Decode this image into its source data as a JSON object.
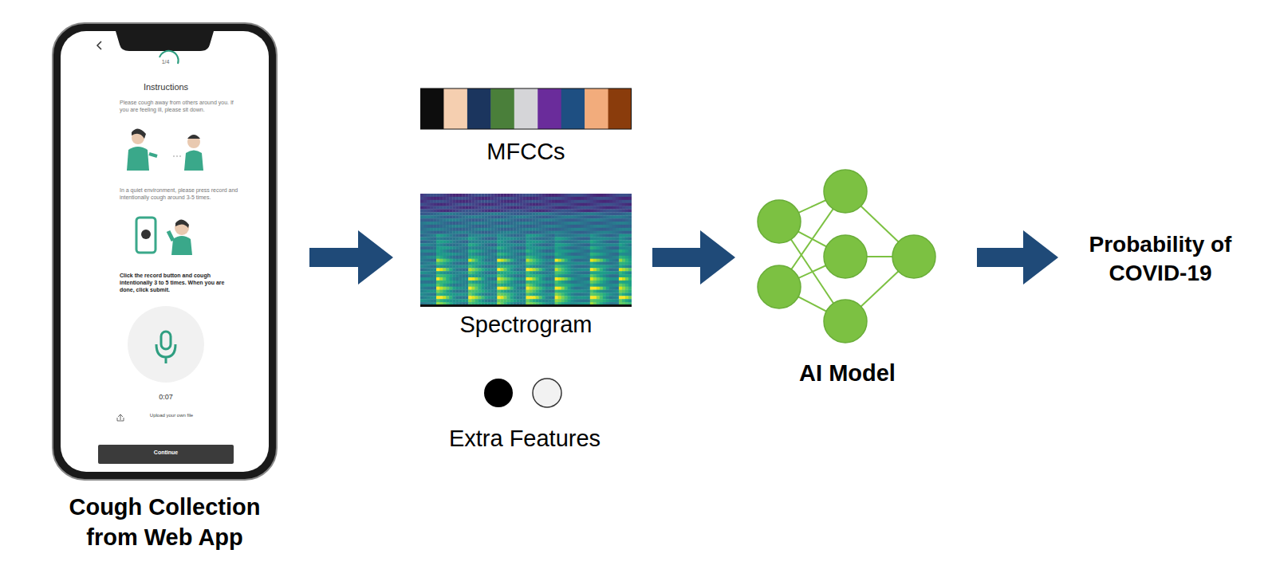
{
  "diagram": {
    "nodes": [
      {
        "text": [
          "Cough Collection from Web App"
        ]
      },
      {
        "text": [
          "MFCCs"
        ]
      },
      {
        "text": [
          "Spectrogram"
        ]
      },
      {
        "text": [
          "Extra Features"
        ]
      },
      {
        "text": [
          "AI Model"
        ]
      },
      {
        "text": [
          "Probability of COVID-19"
        ]
      }
    ],
    "edges": [
      {
        "from": 0,
        "to": 2,
        "arrow": "to"
      },
      {
        "from": 2,
        "to": 4,
        "arrow": "to"
      },
      {
        "from": 4,
        "to": 5,
        "arrow": "to"
      }
    ],
    "labels": [
      "1/4",
      "Instructions",
      "Please cough away from others around you. If you are feeling ill, please sit down.",
      "In a quiet environment, please press record and intentionally cough around 3-5 times.",
      "Click the record button and cough intentionally 3 to 5 times. When you are done, click submit.",
      "0:07",
      "Upload your own file",
      "Continue"
    ]
  }
}
